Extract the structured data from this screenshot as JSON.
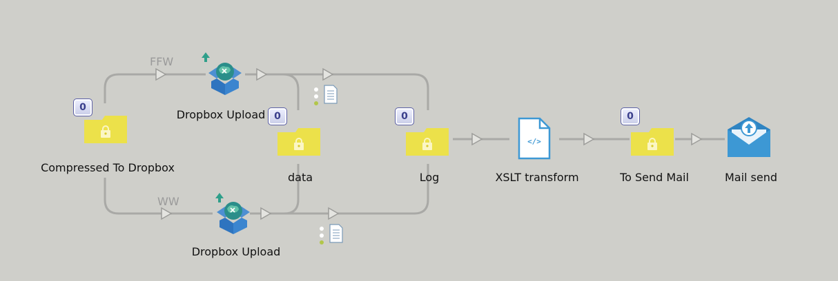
{
  "nodes": {
    "compressed_to_dropbox": {
      "label": "Compressed To Dropbox",
      "count": "0"
    },
    "dropbox_upload_top": {
      "label": "Dropbox Upload"
    },
    "data": {
      "label": "data",
      "count": "0"
    },
    "log": {
      "label": "Log",
      "count": "0"
    },
    "dropbox_upload_bottom": {
      "label": "Dropbox Upload"
    },
    "xslt_transform": {
      "label": "XSLT transform"
    },
    "to_send_mail": {
      "label": "To Send Mail",
      "count": "0"
    },
    "mail_send": {
      "label": "Mail send"
    }
  },
  "edges": {
    "ffw_label": "FFW",
    "ww_label": "WW"
  },
  "colors": {
    "background": "#cfcfca",
    "connector": "#a9a9a6",
    "folder": "#ece14a",
    "badge_border": "#5b5fa6",
    "badge_text": "#3a3f8c",
    "mail_blue": "#3d98d4",
    "upload_arrow": "#2f9f8a"
  },
  "icons": {
    "folder": "lock-folder-icon",
    "upload": "dropbox-upload-icon",
    "document": "document-icon",
    "xslt": "xslt-file-icon",
    "mail": "mail-icon"
  }
}
